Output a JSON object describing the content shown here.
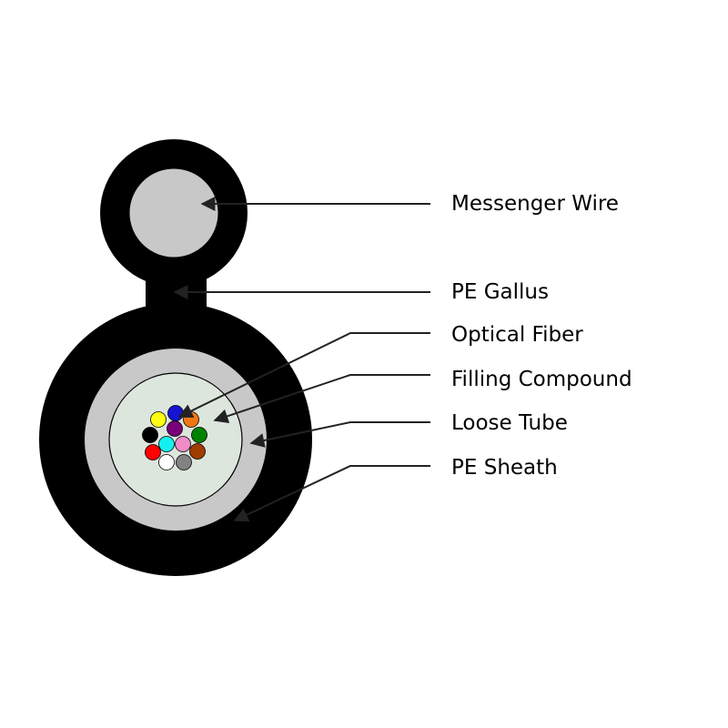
{
  "labels": {
    "messenger_wire": "Messenger Wire",
    "pe_gallus": "PE Gallus",
    "optical_fiber": "Optical Fiber",
    "filling_compound": "Filling Compound",
    "loose_tube": "Loose Tube",
    "pe_sheath": "PE Sheath"
  },
  "colors": {
    "sheath": "#000000",
    "messenger_wire": "#c8c8c8",
    "loose_tube": "#c8c8c8",
    "filling_compound": "#dde6dd",
    "leader": "#222222"
  },
  "fiber_colors": [
    "#1414d2",
    "#f07814",
    "#ffff14",
    "#780078",
    "#008200",
    "#000000",
    "#14f0f0",
    "#f08cc8",
    "#ff0000",
    "#a03c00",
    "#ffffff",
    "#828282"
  ]
}
